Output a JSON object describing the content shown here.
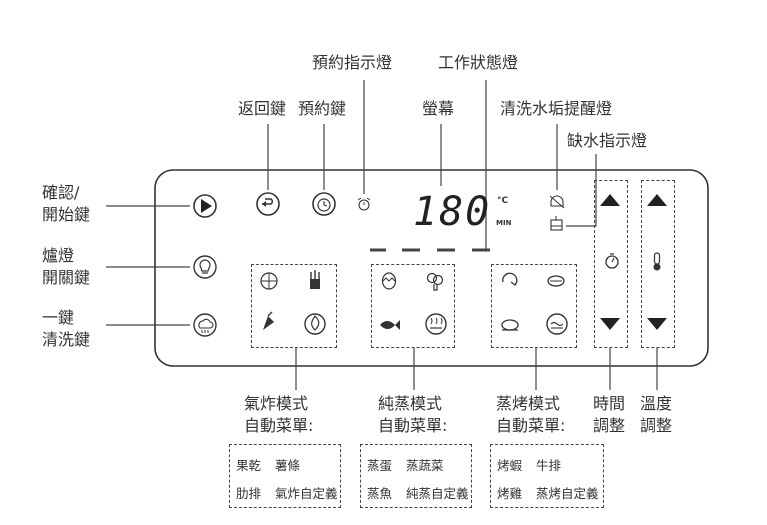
{
  "labels": {
    "reservation_indicator": "預約指示燈",
    "work_status": "工作狀態燈",
    "back_key": "返回鍵",
    "reservation_key": "預約鍵",
    "screen": "螢幕",
    "descale_light": "清洗水垢提醒燈",
    "water_shortage": "缺水指示燈",
    "confirm_line1": "確認/",
    "confirm_line2": "開始鍵",
    "lamp_line1": "爐燈",
    "lamp_line2": "開關鍵",
    "clean_line1": "一鍵",
    "clean_line2": "清洗鍵"
  },
  "display": {
    "digits": "180",
    "unit": "°C",
    "min": "MIN"
  },
  "bottom": {
    "airfry_line1": "氣炸模式",
    "airfry_line2": "自動菜單:",
    "steam_line1": "純蒸模式",
    "steam_line2": "自動菜單:",
    "steamroast_line1": "蒸烤模式",
    "steamroast_line2": "自動菜單:",
    "time_line1": "時間",
    "time_line2": "調整",
    "temp_line1": "溫度",
    "temp_line2": "調整"
  },
  "menus": {
    "airfry": {
      "r1a": "果乾",
      "r1b": "薯條",
      "r2a": "肋排",
      "r2b": "氣炸自定義"
    },
    "steam": {
      "r1a": "蒸蛋",
      "r1b": "蒸蔬菜",
      "r2a": "蒸魚",
      "r2b": "純蒸自定義"
    },
    "steamroast": {
      "r1a": "烤蝦",
      "r1b": "牛排",
      "r2a": "烤雞",
      "r2b": "蒸烤自定義"
    }
  },
  "icons": [
    "play-icon",
    "back-icon",
    "alarm-clock-icon",
    "small-clock-icon",
    "bulb-icon",
    "cloud-clean-icon",
    "fruit-icon",
    "fries-icon",
    "ribs-icon",
    "flame-icon",
    "egg-icon",
    "broccoli-icon",
    "fish-icon",
    "steam-icon",
    "shrimp-icon",
    "steak-icon",
    "chicken-icon",
    "steam-roast-icon",
    "descale-icon",
    "water-tank-icon",
    "timer-icon",
    "thermometer-icon",
    "arrow-up-icon",
    "arrow-down-icon"
  ]
}
